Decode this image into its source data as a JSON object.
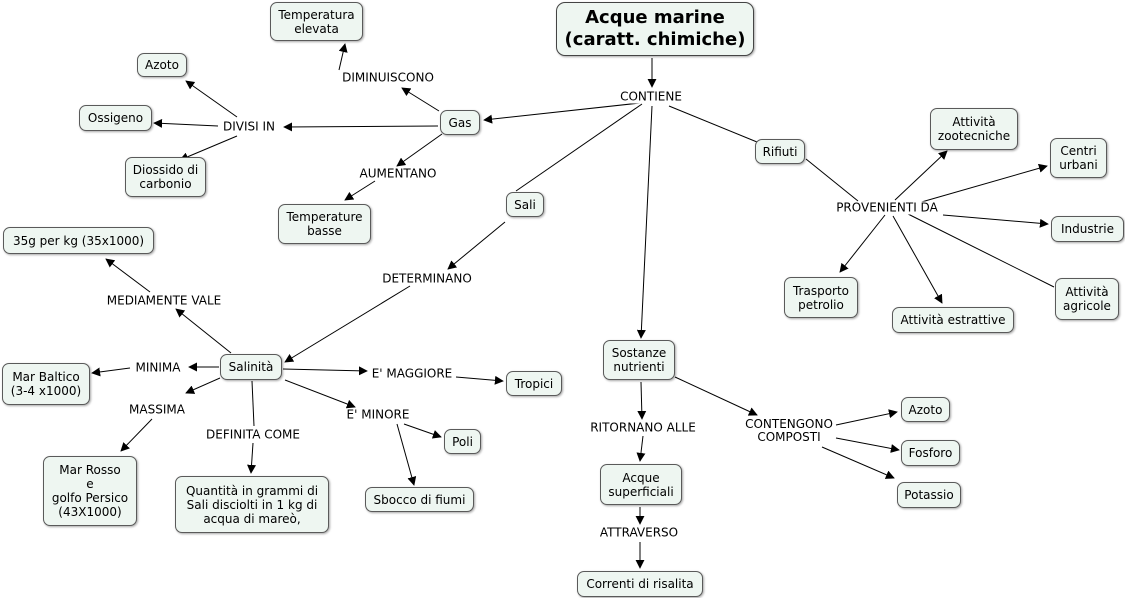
{
  "title": "Acque marine\n(caratt. chimiche)",
  "nodes": {
    "temp_elevata": "Temperatura\nelevata",
    "azoto_gas": "Azoto",
    "ossigeno": "Ossigeno",
    "diossido": "Diossido di\ncarbonio",
    "gas": "Gas",
    "temp_basse": "Temperature\nbasse",
    "sali": "Sali",
    "rifiuti": "Rifiuti",
    "zootecniche": "Attività\nzootecniche",
    "centri_urbani": "Centri\nurbani",
    "industrie": "Industrie",
    "estrattive": "Attività estrattive",
    "agricole": "Attività\nagricole",
    "trasporto": "Trasporto\npetrolio",
    "salinita_val": "35g per kg (35x1000)",
    "salinita": "Salinità",
    "mar_baltico": "Mar Baltico\n(3-4 x1000)",
    "mar_rosso": "Mar Rosso\ne\ngolfo Persico\n(43X1000)",
    "quantita": "Quantità in grammi di\nSali disciolti in 1 kg di\nacqua di mareò,",
    "tropici": "Tropici",
    "poli": "Poli",
    "sbocco": "Sbocco di fiumi",
    "sostanze": "Sostanze\nnutrienti",
    "acque_sup": "Acque\nsuperficiali",
    "correnti": "Correnti di risalita",
    "azoto_nutr": "Azoto",
    "fosforo": "Fosforo",
    "potassio": "Potassio"
  },
  "links": {
    "contiene": "CONTIENE",
    "diminuiscono": "DIMINUISCONO",
    "divisi_in": "DIVISI IN",
    "aumentano": "AUMENTANO",
    "provenienti": "PROVENIENTI DA",
    "determinano": "DETERMINANO",
    "mediamente": "MEDIAMENTE VALE",
    "minima": "MINIMA",
    "massima": "MASSIMA",
    "definita": "DEFINITA COME",
    "maggiore": "E' MAGGIORE",
    "minore": "E' MINORE",
    "ritornano": "RITORNANO ALLE",
    "attraverso": "ATTRAVERSO",
    "contengono": "CONTENGONO\nCOMPOSTI"
  }
}
